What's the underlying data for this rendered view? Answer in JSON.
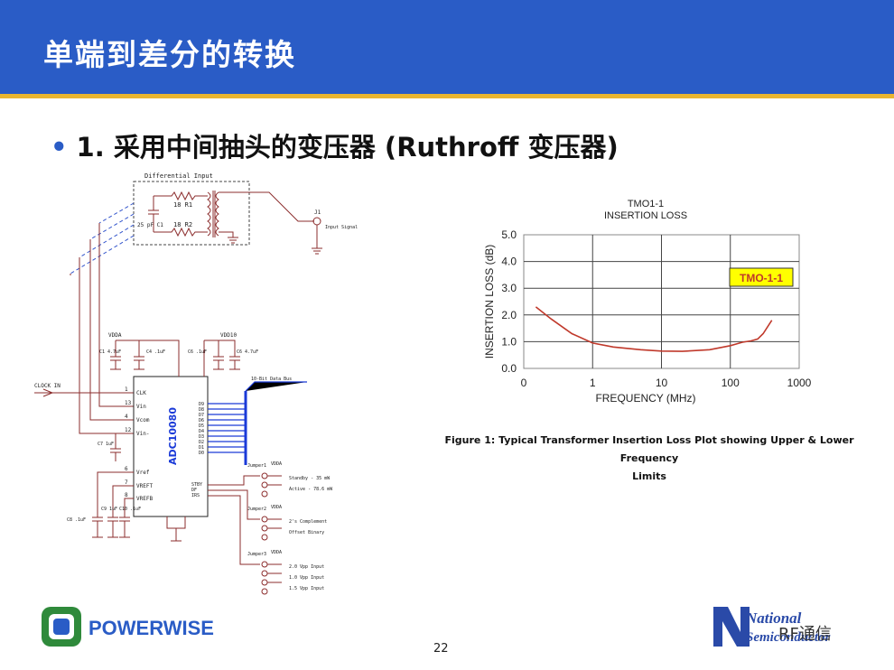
{
  "slide": {
    "title": "单端到差分的转换",
    "bullet_marker": "•",
    "bullet": "1. 采用中间抽头的变压器 (Ruthroff 变压器)",
    "page_number": "22"
  },
  "schematic": {
    "diff_input_label": "Differential Input",
    "r1": "18  R1",
    "r2": "18  R2",
    "c1": "25 pF C1",
    "j1": "J1",
    "input_signal": "Input Signal",
    "clock_in": "CLOCK IN",
    "vdda_top": "VDDA",
    "vdd10_top": "VDD10",
    "c1cap": "C1 4.7uF",
    "c4cap": "C4 .1uF",
    "c6cap": "C6 .1uF",
    "c6b": "C6 4.7uF",
    "chip": "ADC10080",
    "data_bus": "10-Bit Data Bus",
    "pins_left": [
      "CLK",
      "Vin",
      "Vcom",
      "Vin-",
      "Vref",
      "VREFT",
      "VREFB"
    ],
    "pin_nums_left": [
      "1",
      "13",
      "4",
      "12",
      "6",
      "7",
      "8"
    ],
    "data_pins": [
      "D9",
      "D8",
      "D7",
      "D6",
      "D5",
      "D4",
      "D3",
      "D2",
      "D1",
      "D0"
    ],
    "right_pins": [
      "STBY",
      "DF",
      "IRS"
    ],
    "c7": "C7 1uF",
    "c8": "C8 .1uF",
    "c9": "C9 1uF",
    "c10": "C10 .1uF",
    "jumpers": [
      {
        "name": "Jumper1",
        "vdda": "VDDA",
        "lines": [
          "Standby - 35 mW",
          "Active - 78.6 mW"
        ]
      },
      {
        "name": "Jumper2",
        "vdda": "VDDA",
        "lines": [
          "2's Complement",
          "Offset Binary"
        ]
      },
      {
        "name": "Jumper3",
        "vdda": "VDDA",
        "lines": [
          "2.0 Vpp Input",
          "1.0 Vpp Input",
          "1.5 Vpp Input"
        ]
      }
    ]
  },
  "chart_data": {
    "type": "line",
    "title": "TMO1-1",
    "subtitle": "INSERTION LOSS",
    "xlabel": "FREQUENCY (MHz)",
    "ylabel": "INSERTION LOSS (dB)",
    "xscale": "log",
    "xlim": [
      0.1,
      1000
    ],
    "ylim": [
      0,
      5
    ],
    "x_ticks": [
      "0",
      "1",
      "10",
      "100",
      "1000"
    ],
    "y_ticks": [
      "0.0",
      "1.0",
      "2.0",
      "3.0",
      "4.0",
      "5.0"
    ],
    "grid": true,
    "legend": "TMO-1-1",
    "legend_position": "top-right",
    "line_color": "#c0392b",
    "series": [
      {
        "x": [
          0.15,
          0.25,
          0.5,
          1,
          2,
          5,
          10,
          20,
          50,
          100,
          150,
          200,
          250,
          300,
          400
        ],
        "y": [
          2.3,
          1.85,
          1.3,
          0.95,
          0.8,
          0.7,
          0.65,
          0.64,
          0.7,
          0.85,
          0.98,
          1.03,
          1.1,
          1.3,
          1.8
        ]
      }
    ]
  },
  "caption": {
    "line1": "Figure 1: Typical Transformer Insertion Loss Plot showing Upper & Lower Frequency",
    "line2": "Limits"
  },
  "logos": {
    "powerwise": "POWERWISE",
    "national_line1": "National",
    "national_line2": "Semiconductor"
  },
  "watermark": "RF通信",
  "colors": {
    "header": "#2a5cc6",
    "header_line": "#e9b530",
    "wire": "#8b2c2c",
    "bus": "#1a3ad8",
    "dashed": "#3355cc"
  }
}
